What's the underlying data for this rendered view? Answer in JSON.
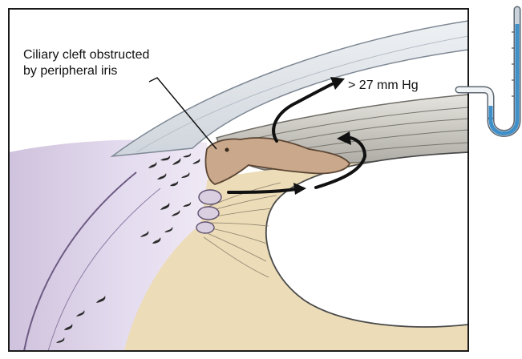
{
  "labels": {
    "cleft_line1": "Ciliary cleft obstructed",
    "cleft_line2": "by peripheral iris",
    "pressure": "> 27 mm Hg"
  },
  "colors": {
    "frame": "#1a1a1a",
    "cornea": "#dfe3e8",
    "sclera": "#ddd6ea",
    "iris": "#c9ab93",
    "ciliary_body": "#c8c6c0",
    "lens_capsule_region": "#efe1c4",
    "lens": "#ffffff",
    "manometer_fluid": "#3f8fc9",
    "arrow": "#111111"
  },
  "icons": {
    "manometer": "manometer-icon",
    "flow_arrow": "arrow-icon"
  }
}
